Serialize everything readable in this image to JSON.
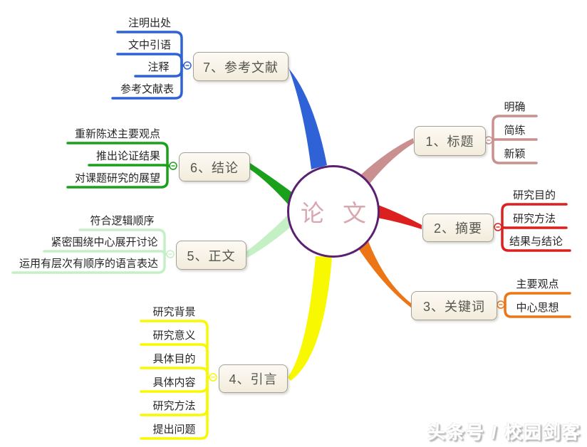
{
  "center": {
    "label": "论文",
    "border_color": "#5B2170",
    "text_color": "#D9A7B0"
  },
  "branches": [
    {
      "label": "1、标题",
      "color": "#C9908F",
      "children": [
        "明确",
        "简练",
        "新颖"
      ]
    },
    {
      "label": "2、摘要",
      "color": "#DC2020",
      "children": [
        "研究目的",
        "研究方法",
        "结果与结论"
      ]
    },
    {
      "label": "3、关键词",
      "color": "#EC7615",
      "children": [
        "主要观点",
        "中心思想"
      ]
    },
    {
      "label": "4、引言",
      "color": "#F8F800",
      "children": [
        "研究背景",
        "研究意义",
        "具体目的",
        "具体内容",
        "研究方法",
        "提出问题"
      ]
    },
    {
      "label": "5、正文",
      "color": "#C5EFC5",
      "children": [
        "符合逻辑顺序",
        "紧密围绕中心展开讨论",
        "运用有层次有顺序的语言表达"
      ]
    },
    {
      "label": "6、结论",
      "color": "#1BA01B",
      "children": [
        "重新陈述主要观点",
        "推出论证结果",
        "对课题研究的展望"
      ]
    },
    {
      "label": "7、参考文献",
      "color": "#2F62D6",
      "children": [
        "注明出处",
        "文中引语",
        "注释",
        "参考文献表"
      ]
    }
  ],
  "watermark": "头条号 / 校园剑客"
}
